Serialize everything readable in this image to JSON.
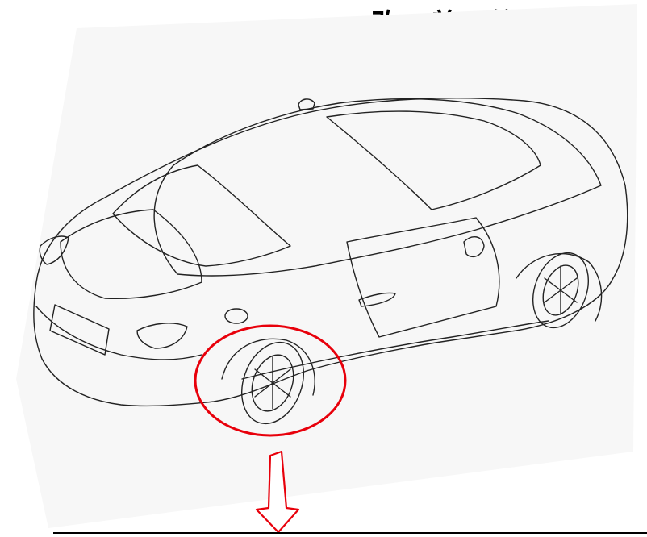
{
  "title": "改 善 箇 所 説",
  "callout": {
    "ellipse_color": "#e8000b",
    "arrow_color": "#e8000b"
  },
  "icons": [
    "car-illustration",
    "wheel-highlight-ellipse",
    "down-arrow-icon"
  ]
}
